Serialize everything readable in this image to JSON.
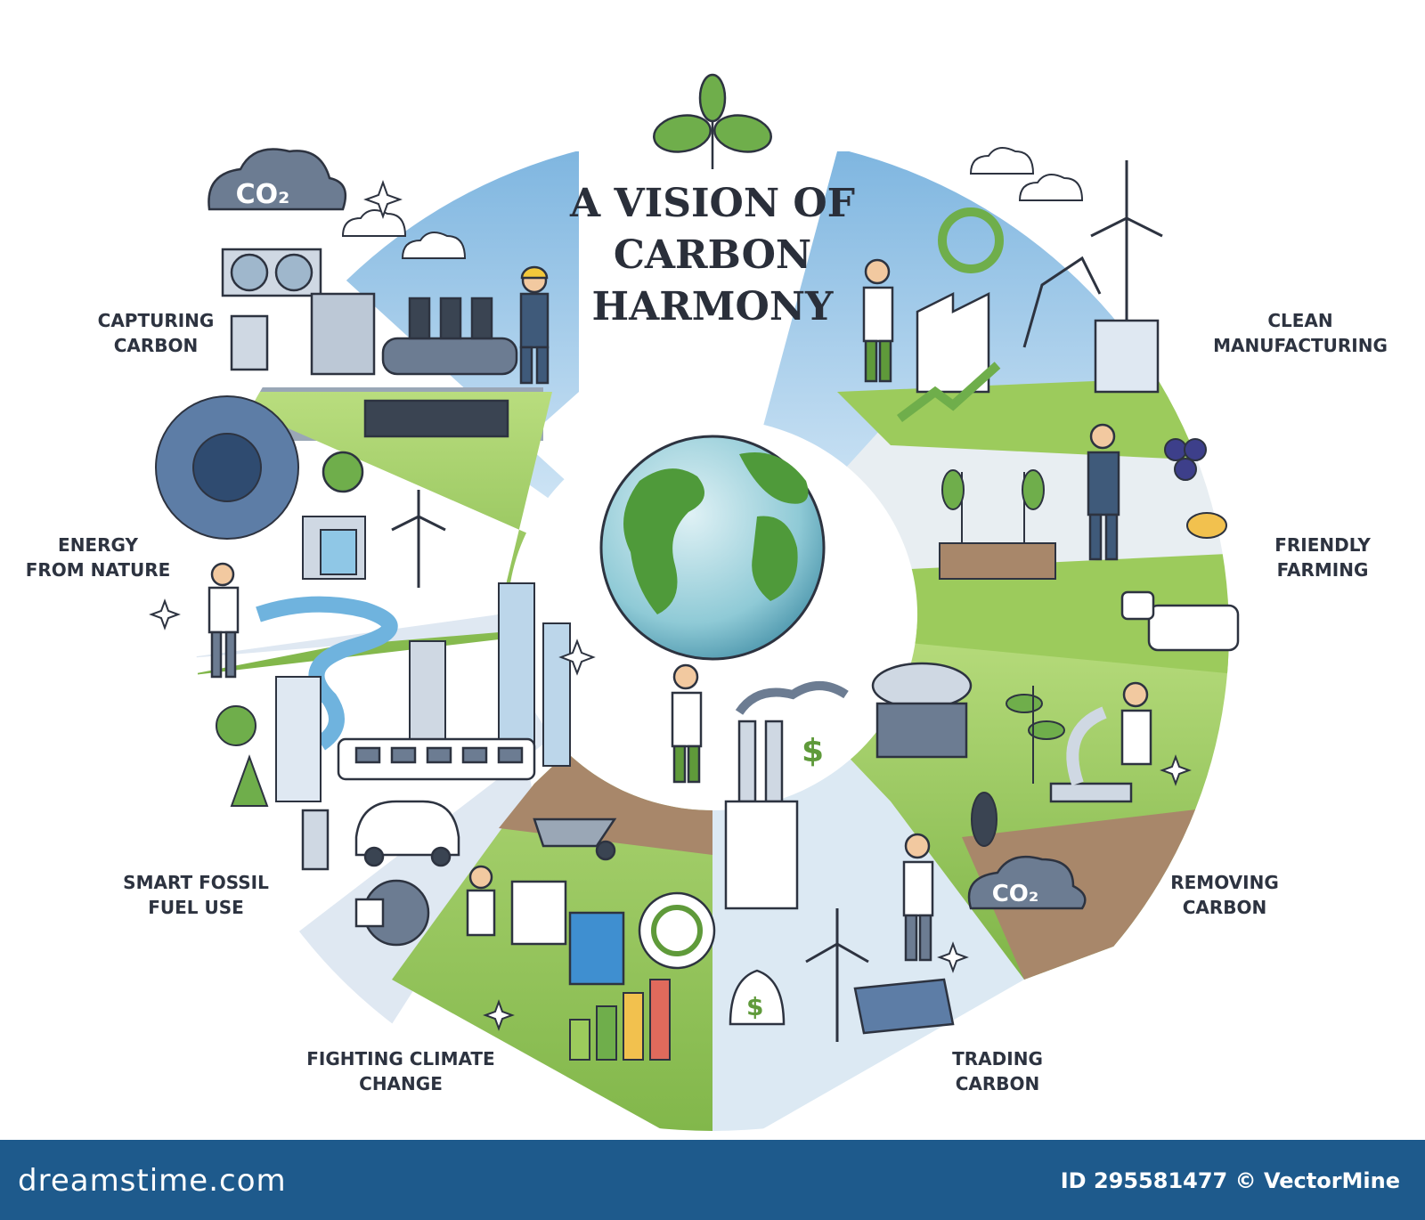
{
  "title": "A VISION OF\nCARBON\nHARMONY",
  "segments": [
    {
      "label": "CAPTURING\nCARBON"
    },
    {
      "label": "ENERGY\nFROM NATURE"
    },
    {
      "label": "SMART FOSSIL\nFUEL USE"
    },
    {
      "label": "FIGHTING CLIMATE\nCHANGE"
    },
    {
      "label": "TRADING\nCARBON"
    },
    {
      "label": "REMOVING\nCARBON"
    },
    {
      "label": "FRIENDLY\nFARMING"
    },
    {
      "label": "CLEAN\nMANUFACTURING"
    }
  ],
  "illustration_text": {
    "co2_top": "CO₂",
    "co2_bottom": "CO₂",
    "dollar_1": "$",
    "dollar_2": "$"
  },
  "footer": {
    "brand": "dreamstime.com",
    "credit": "ID 295581477 © VectorMine"
  },
  "colors": {
    "sky": "#a8d0ea",
    "grass": "#9ccb5c",
    "dark_green": "#5f9a3a",
    "soil": "#a8876a",
    "slate": "#6f7f95",
    "outline": "#2d3340",
    "footer": "#1e5a8c"
  }
}
